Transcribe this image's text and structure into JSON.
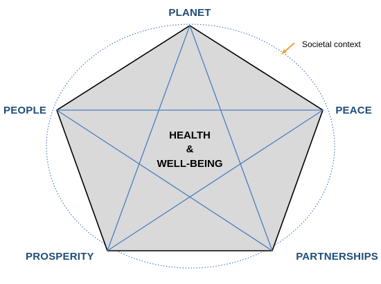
{
  "diagram": {
    "vertices": {
      "top": "PLANET",
      "left": "PEOPLE",
      "right": "PEACE",
      "bottom_left": "PROSPERITY",
      "bottom_right": "PARTNERSHIPS"
    },
    "center": {
      "line1": "HEALTH",
      "line2": "&",
      "line3": "WELL-BEING"
    },
    "context_label": "Societal context"
  },
  "colors": {
    "vertex_text": "#1f4e79",
    "star_lines": "#4a7ec2",
    "circle_dots": "#4a7ec2",
    "pentagon_fill": "#d9d9d9",
    "pentagon_stroke": "#000000",
    "arrow": "#f0a030"
  }
}
